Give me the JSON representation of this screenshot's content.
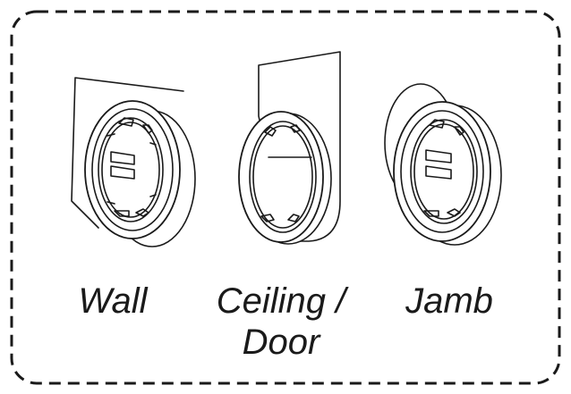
{
  "mounts": [
    {
      "id": "wall",
      "label_lines": [
        "Wall"
      ]
    },
    {
      "id": "ceiling-door",
      "label_lines": [
        "Ceiling /",
        "Door"
      ]
    },
    {
      "id": "jamb",
      "label_lines": [
        "Jamb"
      ]
    }
  ],
  "colors": {
    "line": "#1a1a1a",
    "background": "#ffffff"
  }
}
